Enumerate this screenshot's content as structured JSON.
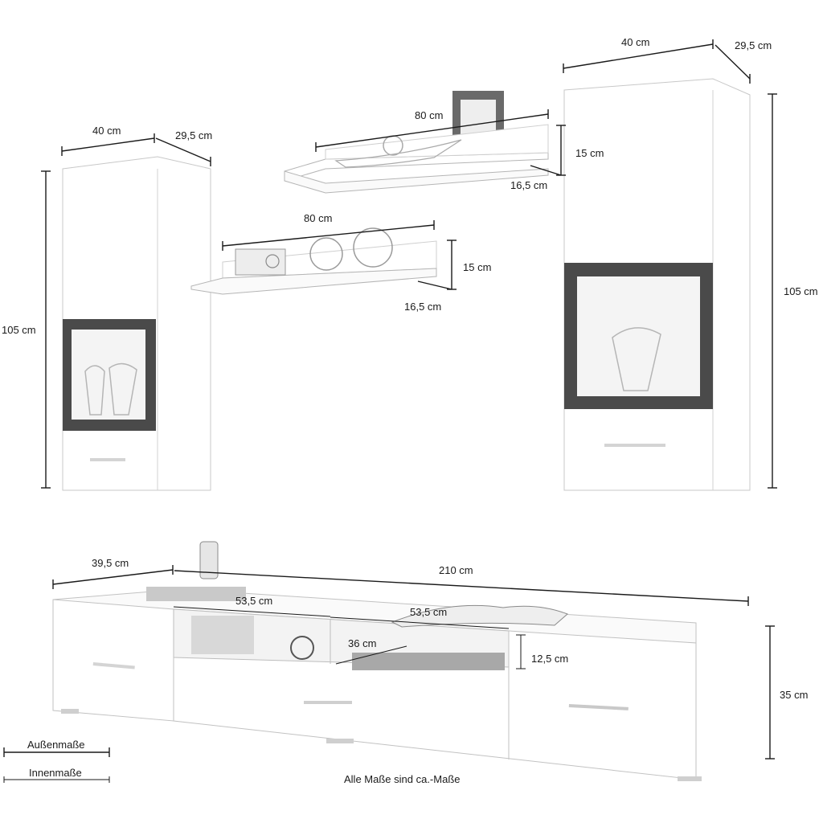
{
  "left_cabinet": {
    "width_label": "40 cm",
    "depth_label": "29,5 cm",
    "height_label": "105 cm"
  },
  "right_cabinet": {
    "width_label": "40 cm",
    "depth_label": "29,5 cm",
    "height_label": "105 cm"
  },
  "upper_shelf": {
    "width_label": "80 cm",
    "height_label": "15 cm",
    "depth_label": "16,5 cm"
  },
  "lower_shelf": {
    "width_label": "80 cm",
    "height_label": "15 cm",
    "depth_label": "16,5 cm"
  },
  "tv_board": {
    "depth_label": "39,5 cm",
    "width_label": "210 cm",
    "height_label": "35 cm",
    "left_niche_width_label": "53,5 cm",
    "right_niche_width_label": "53,5 cm",
    "niche_depth_label": "36 cm",
    "niche_height_label": "12,5 cm"
  },
  "legend": {
    "outer_label": "Außenmaße",
    "inner_label": "Innenmaße"
  },
  "footnote": "Alle Maße sind ca.-Maße",
  "colors": {
    "frame": "#4a4a4a",
    "outline": "#bdbdbd",
    "dimension_line": "#1a1a1a",
    "glass": "#f7f7f7"
  }
}
